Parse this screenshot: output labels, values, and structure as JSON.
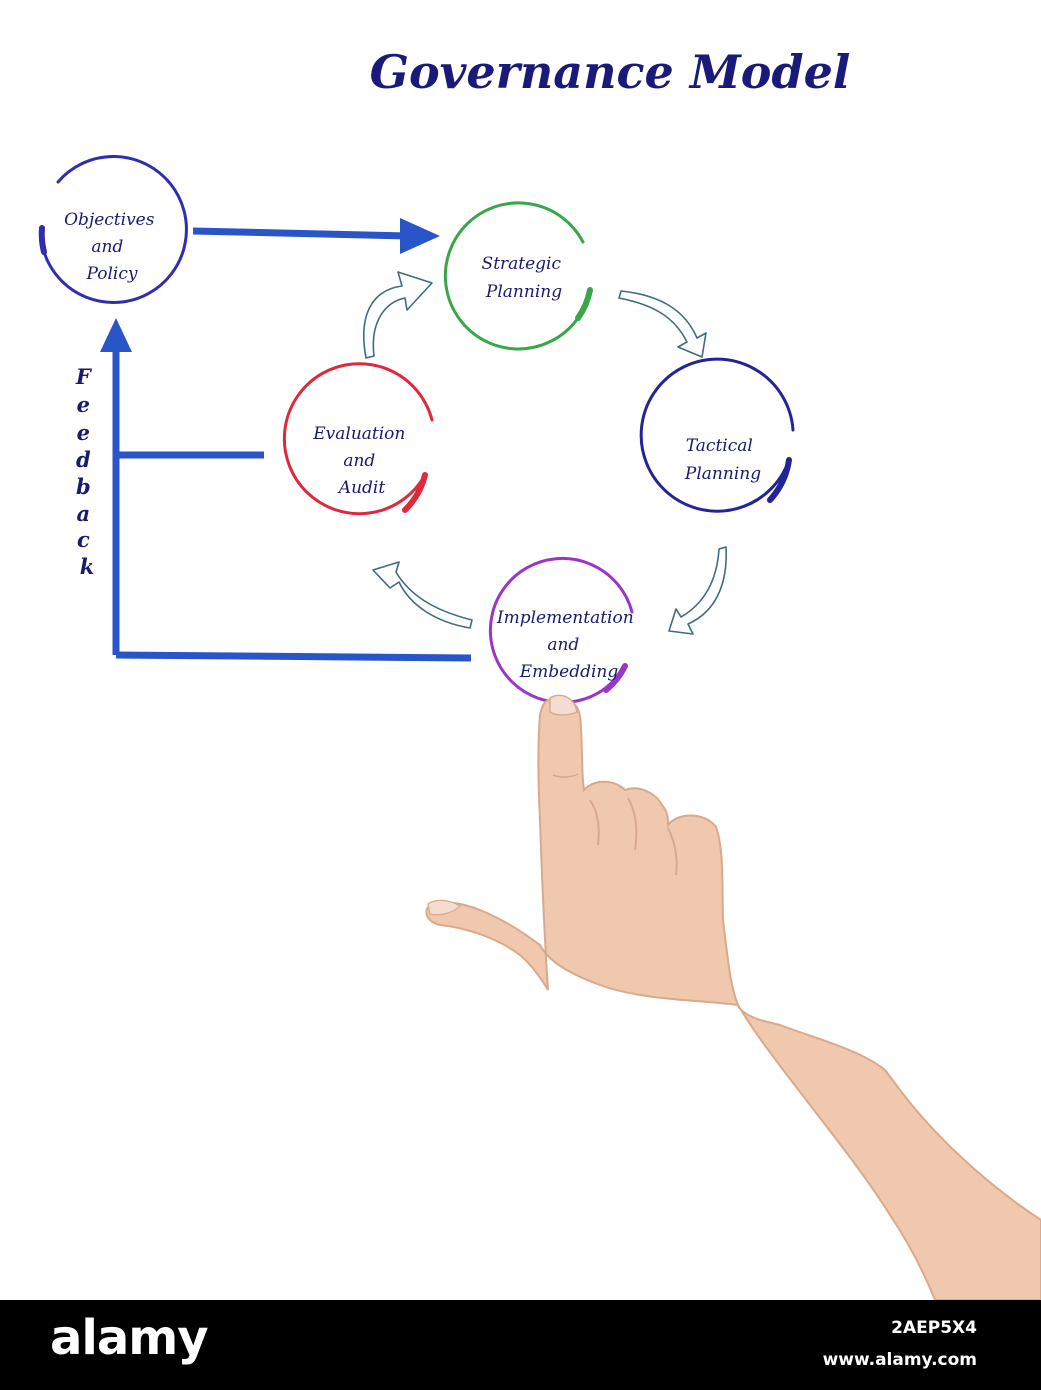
{
  "title": "Governance Model",
  "colors": {
    "title": "#1a1a7a",
    "text": "#1a1a6e",
    "connector": "#2a55c8",
    "process_arrow": "#3d6e7e",
    "node_objectives": "#2e2eb0",
    "node_strategic": "#3aa64a",
    "node_tactical": "#23239a",
    "node_implementation": "#9b35c8",
    "node_evaluation": "#e0283c",
    "skin": "#efc8ae",
    "skin_shadow": "#d9a98b",
    "nail": "#f4ddd0"
  },
  "nodes": {
    "objectives": {
      "lines": [
        "Objectives",
        "and",
        "Policy"
      ]
    },
    "strategic": {
      "lines": [
        "Strategic",
        "Planning"
      ]
    },
    "tactical": {
      "lines": [
        "Tactical",
        "Planning"
      ]
    },
    "implementation": {
      "lines": [
        "Implementation",
        "and",
        "Embedding"
      ]
    },
    "evaluation": {
      "lines": [
        "Evaluation",
        "and",
        "Audit"
      ]
    }
  },
  "feedback_label": [
    "F",
    "e",
    "e",
    "d",
    "b",
    "a",
    "c",
    "k"
  ],
  "hand": {
    "icon": "pointing-hand-icon"
  },
  "footer": {
    "brand": "alamy",
    "image_id": "2AEP5X4",
    "url": "www.alamy.com"
  }
}
